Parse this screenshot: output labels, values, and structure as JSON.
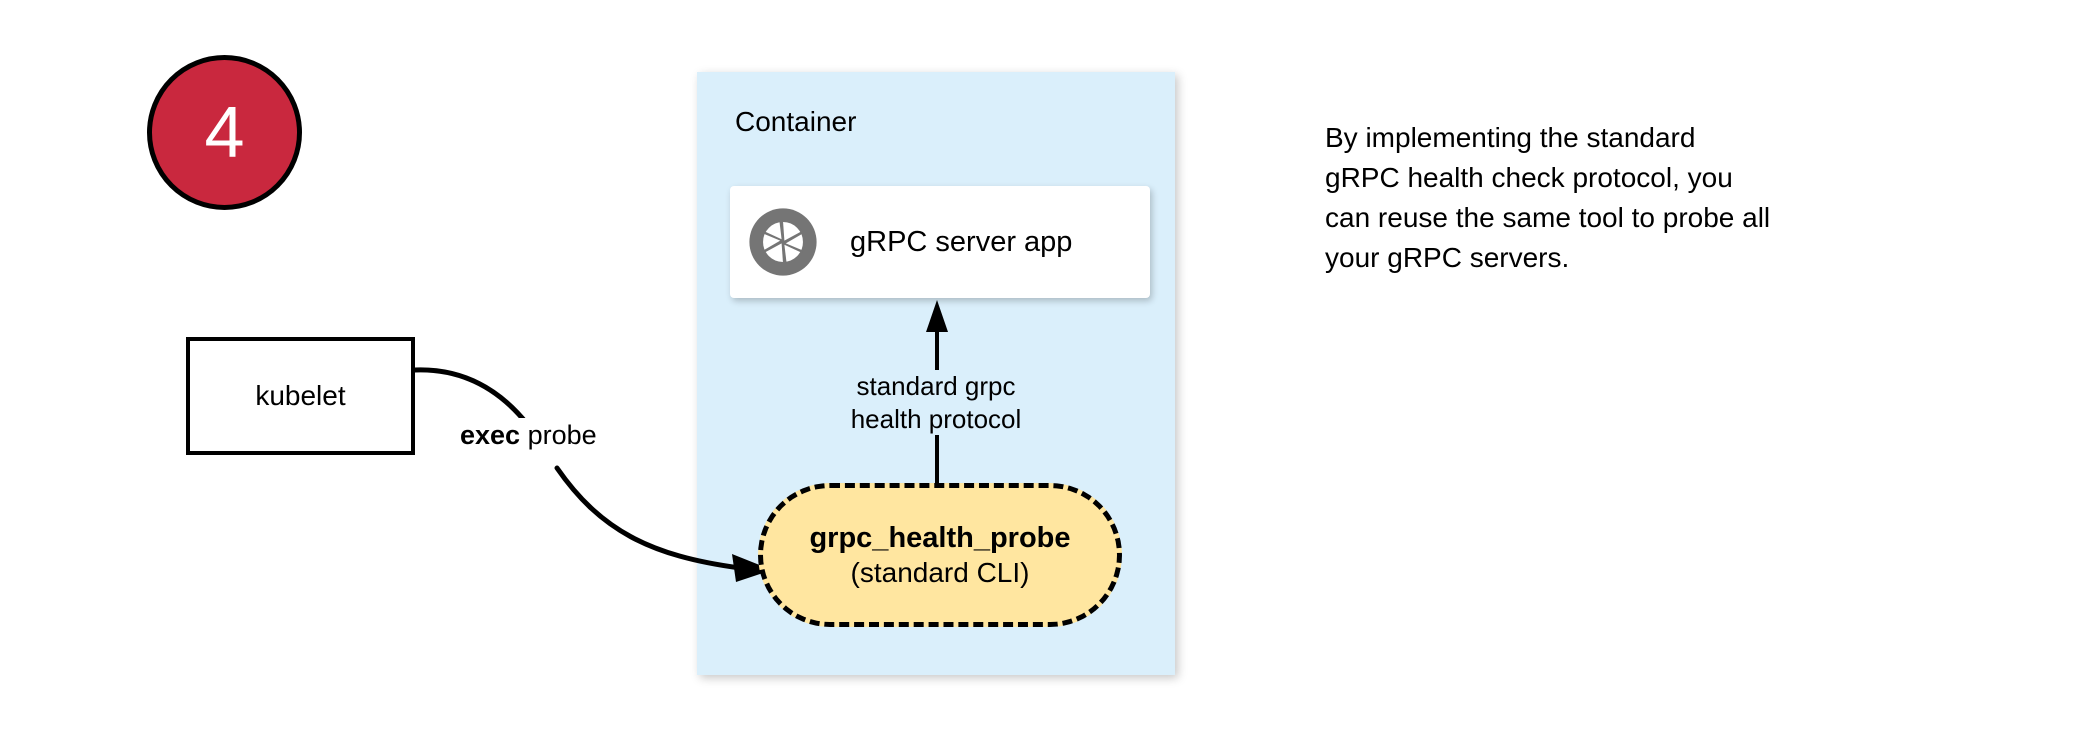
{
  "step": {
    "number": "4",
    "fill_color": "#C9283E",
    "text_color": "#FFFFFF"
  },
  "container": {
    "label": "Container",
    "fill_color": "#DAEFFB"
  },
  "server_card": {
    "label": "gRPC server app",
    "icon": "grpc-aperture-icon",
    "icon_color": "#757575",
    "fill_color": "#FFFFFF"
  },
  "protocol_edge": {
    "line1": "standard grpc",
    "line2": "health protocol",
    "direction": "up"
  },
  "kubelet": {
    "label": "kubelet",
    "fill_color": "#FFFFFF",
    "border_color": "#000000"
  },
  "exec_edge": {
    "strong_label": "exec",
    "label": " probe",
    "direction": "right-down"
  },
  "health_probe": {
    "title": "grpc_health_probe",
    "subtitle": "(standard CLI)",
    "fill_color": "#FFE6A0",
    "border_style": "dashed"
  },
  "annotation": {
    "line1": "By implementing the standard",
    "line2": "gRPC health check protocol, you",
    "line3": "can reuse the same tool to probe all",
    "line4": "your gRPC servers."
  }
}
